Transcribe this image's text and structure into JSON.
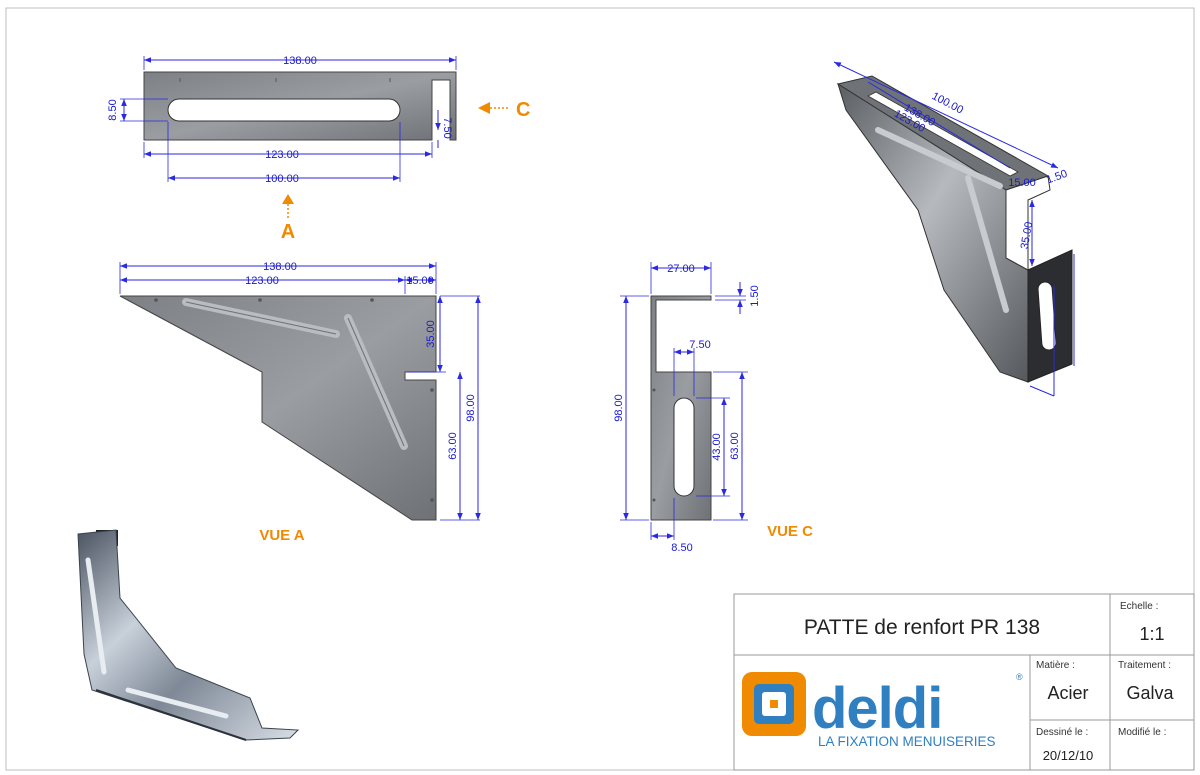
{
  "views": {
    "top": {
      "dim_overall": "138.00",
      "dim_slot_len": "123.00",
      "dim_slot_inner": "100.00",
      "dim_height": "8.50",
      "dim_lip": "7.50"
    },
    "vue_a": {
      "label": "VUE A",
      "dim_overall": "138.00",
      "dim_base": "123.00",
      "dim_step": "15.00",
      "dim_step_h": "35.00",
      "dim_lower_h": "63.00",
      "dim_total_h": "98.00"
    },
    "vue_c": {
      "label": "VUE C",
      "dim_width": "27.00",
      "dim_thickness": "1.50",
      "dim_slot_w": "7.50",
      "dim_slot_offset": "8.50",
      "dim_total_h": "98.00",
      "dim_slot_h": "43.00",
      "dim_lower_h": "63.00"
    },
    "iso": {
      "dim_a": "138.00",
      "dim_b": "123.00",
      "dim_c": "100.00",
      "dim_d": "35.00",
      "dim_e": "15.00",
      "dim_f": "1.50"
    },
    "arrow_a": "A",
    "arrow_c": "C"
  },
  "title_block": {
    "title": "PATTE de renfort PR 138",
    "scale_label": "Echelle :",
    "scale_value": "1:1",
    "material_label": "Matière :",
    "material_value": "Acier",
    "treatment_label": "Traitement :",
    "treatment_value": "Galva",
    "drawn_label": "Dessiné le :",
    "drawn_value": "20/12/10",
    "modified_label": "Modifié le :",
    "modified_value": ""
  },
  "brand": {
    "name": "deldi",
    "tagline": "LA FIXATION MENUISERIES",
    "registered": "®",
    "color_blue": "#2f7fc1",
    "color_orange": "#f08a00"
  },
  "colors": {
    "dimension": "#2a2ae0",
    "label": "#f08a00",
    "part_gray": "#8a8d91"
  }
}
